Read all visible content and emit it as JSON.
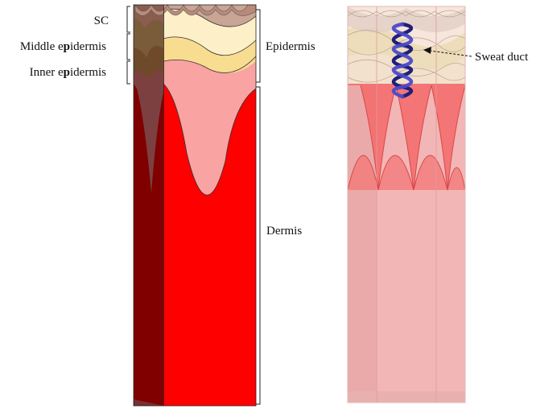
{
  "labels": {
    "sc": "SC",
    "middle_epidermis": {
      "before": "Middle e",
      "bold": "p",
      "after": "idermis"
    },
    "inner_epidermis": {
      "before": "Inner e",
      "bold": "p",
      "after": "idermis"
    },
    "epidermis": "Epidermis",
    "dermis": "Dermis",
    "sweat_duct": "Sweat duct"
  },
  "colors": {
    "sc": "#c8a595",
    "middle_epidermis": "#fdf0c8",
    "inner_epidermis": "#f8dc90",
    "dermis_papillae": "#f9a3a3",
    "dermis": "#ff0000",
    "dermis_side": "#800000",
    "sweat_duct": "#2c2c9a"
  }
}
